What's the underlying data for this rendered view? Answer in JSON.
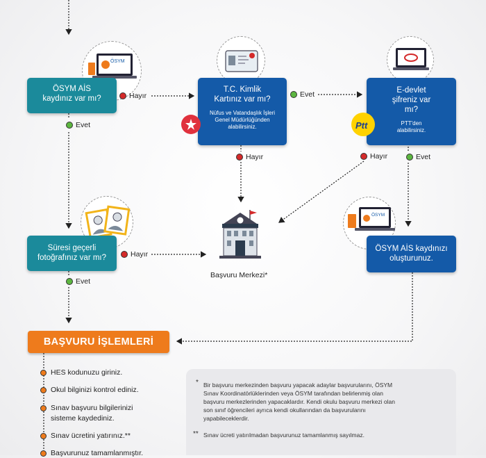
{
  "flow": {
    "q_osym_ais": {
      "title": "ÖSYM AİS kaydınız var mı?"
    },
    "q_kimlik": {
      "title": "T.C. Kimlik Kartınız var mı?",
      "sub": "Nüfus ve Vatandaşlık İşleri Genel Müdürlüğünden alabilirsiniz."
    },
    "q_edevlet": {
      "title": "E-devlet şifreniz var mı?",
      "sub": "PTT'den alabilirsiniz."
    },
    "q_foto": {
      "title": "Süresi geçerli fotoğrafınız var mı?"
    },
    "a_osym_ais": {
      "title": "ÖSYM AİS kaydınızı oluşturunuz."
    },
    "center": {
      "label": "Başvuru Merkezi*"
    }
  },
  "answers": {
    "no": "Hayır",
    "yes": "Evet"
  },
  "icons": {
    "osym_laptop_text": "ÖSYM",
    "osym_laptop2_text": "ÖSYM",
    "ptt_text": "Ptt"
  },
  "process": {
    "title": "BAŞVURU İŞLEMLERİ",
    "steps": [
      "HES kodunuzu giriniz.",
      "Okul bilginizi kontrol ediniz.",
      "Sınav başvuru bilgilerinizi",
      "sisteme kaydediniz.",
      "Sınav ücretini yatırınız.**",
      "Başvurunuz tamamlanmıştır."
    ]
  },
  "notes": {
    "star1_mark": "*",
    "star1_lines": [
      "Bir başvuru merkezinden başvuru yapacak adaylar başvurularını, ÖSYM",
      "Sınav Koordinatörlüklerinden veya ÖSYM tarafından belirlenmiş olan",
      "başvuru merkezlerinden yapacaklardır. Kendi okulu başvuru merkezi olan",
      "son sınıf öğrencileri ayrıca kendi okullarından da başvurularını",
      "yapabileceklerdir."
    ],
    "star2_mark": "**",
    "star2_text": "Sınav ücreti yatırılmadan başvurunuz tamamlanmış sayılmaz."
  },
  "colors": {
    "teal": "#1b8a9b",
    "navy": "#145aa8",
    "orange": "#ee7b1c",
    "no_dot": "#d42a2a",
    "yes_dot": "#5cb640"
  }
}
